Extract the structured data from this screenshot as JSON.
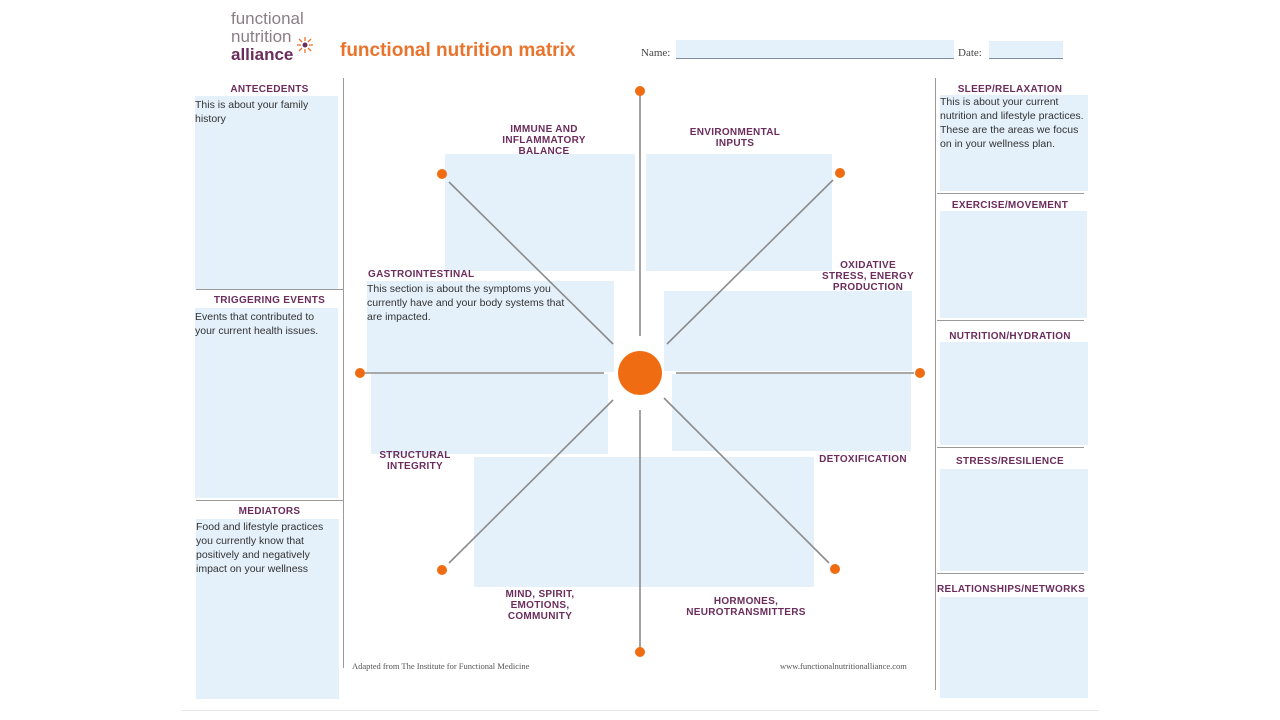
{
  "logo": {
    "line1": "functional",
    "line2": "nutrition",
    "line3": "alliance"
  },
  "title": "functional nutrition matrix",
  "fields": {
    "name_label": "Name:",
    "name_value": "",
    "date_label": "Date:",
    "date_value": ""
  },
  "left": {
    "antecedents": {
      "heading": "ANTECEDENTS",
      "text": "This is about your family history"
    },
    "triggering": {
      "heading": "TRIGGERING EVENTS",
      "text": "Events that contributed to your current health issues."
    },
    "mediators": {
      "heading": "MEDIATORS",
      "text": "Food and lifestyle practices you currently know that positively and negatively impact on your wellness"
    }
  },
  "center": {
    "immune": "IMMUNE AND INFLAMMATORY BALANCE",
    "environmental": "ENVIRONMENTAL INPUTS",
    "gastro": {
      "heading": "GASTROINTESTINAL",
      "text": "This section is about the symptoms you currently have and your body systems that are impacted."
    },
    "oxidative": "OXIDATIVE STRESS, ENERGY PRODUCTION",
    "structural": "STRUCTURAL INTEGRITY",
    "detox": "DETOXIFICATION",
    "mind": "MIND, SPIRIT, EMOTIONS, COMMUNITY",
    "hormones": "HORMONES, NEUROTRANSMITTERS"
  },
  "right": {
    "sleep": {
      "heading": "SLEEP/RELAXATION",
      "text": "This is about your current nutrition and lifestyle practices. These are the areas we focus on in your wellness plan."
    },
    "exercise": "EXERCISE/MOVEMENT",
    "nutrition": "NUTRITION/HYDRATION",
    "stress": "STRESS/RESILIENCE",
    "relationships": "RELATIONSHIPS/NETWORKS"
  },
  "footer": {
    "left": "Adapted from The Institute for Functional Medicine",
    "right": "www.functionalnutritionalliance.com"
  },
  "colors": {
    "accent": "#e8742e",
    "heading": "#6b2d5c",
    "box": "#e4f0fa",
    "line": "#9a9a9a"
  }
}
